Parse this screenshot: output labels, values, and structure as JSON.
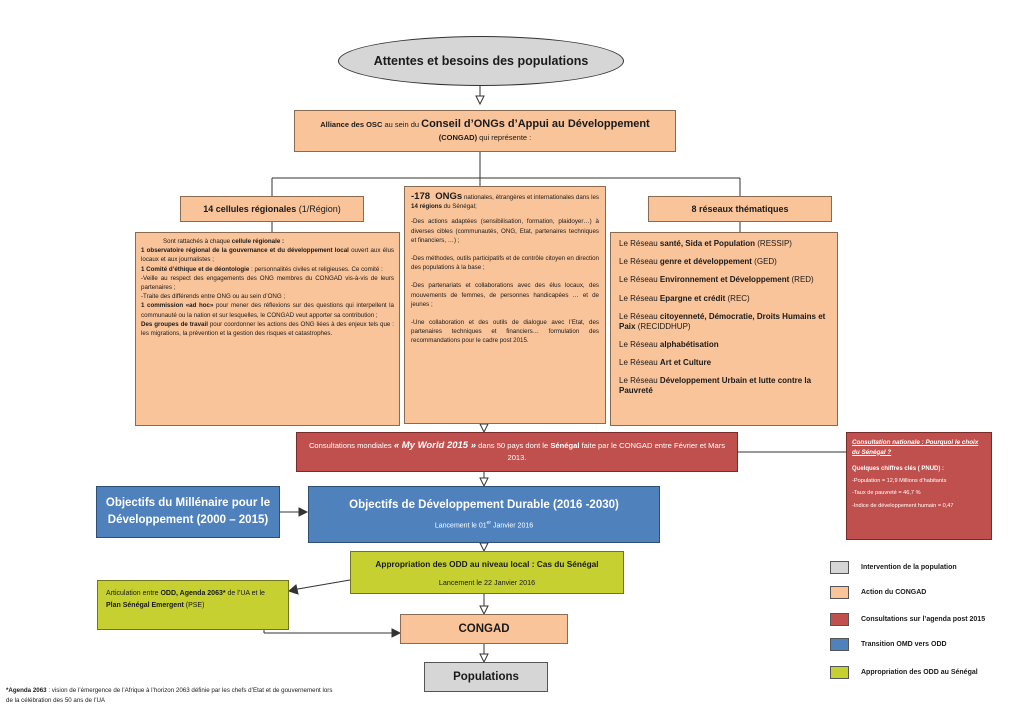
{
  "top": {
    "title": "Attentes et besoins des populations"
  },
  "alliance": {
    "pre": "Alliance des OSC",
    "mid": " au sein du ",
    "name": "Conseil d’ONGs d’Appui au Développement",
    "abbr": "(CONGAD)",
    "post": " qui représente :"
  },
  "cellules": {
    "title": "14 cellules régionales",
    "title_suffix": " (1/Région)",
    "intro_pre": "Sont rattachés à chaque ",
    "intro_b": "cellule régionale :",
    "obs_b": "1 observatoire régional de la gouvernance et du développement local",
    "obs_t": " ouvert aux élus locaux et aux journalistes ;",
    "comite_b": "1 Comité d’éthique et de déontologie",
    "comite_t": " : personnalités civiles et religieuses. Ce comité :",
    "veille": "-Veille au respect des engagements des ONG membres du CONGAD vis-à-vis de leurs partenaires ;",
    "traite": "-Traite des différends entre ONG ou au sein d’ONG ;",
    "comm_b": "1 commission «ad hoc»",
    "comm_t": " pour mener des réflexions sur des questions qui interpellent la communauté ou la nation et sur lesquelles, le CONGAD veut apporter sa contribution ;",
    "groupes_b": "Des groupes de travail",
    "groupes_t": " pour coordonner les actions des ONG liées à des enjeux tels que : les migrations, la prévention et la gestion des risques et catastrophes."
  },
  "ongs": {
    "count": "-178",
    "ongs_b": "ONGs",
    "desc": " nationales, étrangères et internationales dans les ",
    "regions_b": "14 régions",
    "desc2": " du Sénégal;",
    "p1": "-Des actions adaptées (sensibilisation, formation, plaidoyer…) à diverses cibles (communautés, ONG, Etat, partenaires techniques et financiers, …) ;",
    "p2": "-Des méthodes, outils participatifs et de contrôle citoyen en direction des populations à la base ;",
    "p3": "-Des partenariats et collaborations avec des élus locaux, des mouvements de femmes, de personnes handicapées … et de jeunes ;",
    "p4": "-Une collaboration et des outils de dialogue avec l’Etat, des partenaires techniques et financiers… formulation des recommandations pour le cadre post 2015."
  },
  "reseaux": {
    "title": "8 réseaux thématiques",
    "items": [
      {
        "pre": "Le Réseau ",
        "b": "santé, Sida et Population",
        "post": " (RESSIP)"
      },
      {
        "pre": "Le Réseau ",
        "b": "genre et développement",
        "post": " (GED)"
      },
      {
        "pre": "Le Réseau ",
        "b": "Environnement et Développement",
        "post": " (RED)"
      },
      {
        "pre": "Le Réseau ",
        "b": "Epargne et crédit",
        "post": " (REC)"
      },
      {
        "pre": "Le Réseau ",
        "b": "citoyenneté, Démocratie, Droits Humains et Paix",
        "post": " (RECIDDHUP)"
      },
      {
        "pre": "Le Réseau ",
        "b": "alphabétisation",
        "post": ""
      },
      {
        "pre": "Le Réseau ",
        "b": "Art et Culture",
        "post": ""
      },
      {
        "pre": "Le Réseau ",
        "b": "Développement Urbain et lutte contre la Pauvreté",
        "post": ""
      }
    ]
  },
  "consultations": {
    "pre": "Consultations mondiales ",
    "b": "« My World 2015 »",
    "mid": " dans 50 pays dont le ",
    "senegal": "Sénégal",
    "post": " faite par le CONGAD entre Février et Mars 2013."
  },
  "consult_nat": {
    "title": "Consultation nationale : Pourquoi le choix du Sénégal ?",
    "chiffres": "Quelques chiffres clés ( PNUD) :",
    "l1": "-Population = 12,9 Millions d’habitants",
    "l2": "-Taux de pauvreté = 46,7 %",
    "l3": "-Indice de développement humain = 0,47"
  },
  "omd": {
    "title": "Objectifs du Millénaire pour le Développement (2000 – 2015)"
  },
  "odd": {
    "title": "Objectifs de Développement Durable (2016 -2030)",
    "sub_pre": "Lancement le 01",
    "sub_sup": "er",
    "sub_post": " Janvier 2016"
  },
  "appropriation": {
    "title": "Appropriation des ODD au niveau local : Cas du Sénégal",
    "sub": "Lancement le 22 Janvier 2016"
  },
  "articulation": {
    "pre": "Articulation entre ",
    "b1": "ODD, Agenda 2063*",
    "mid": " de l’UA  et le ",
    "b2": "Plan Sénégal Emergent",
    "post": " (PSE)"
  },
  "congad": {
    "title": "CONGAD"
  },
  "populations": {
    "title": "Populations"
  },
  "footnote": {
    "b": "*Agenda 2063",
    "text": " : vision de l’émergence de l’Afrique à l’horizon 2063 définie par les chefs d’Etat et de gouvernement lors de la célébration des 50 ans de l’UA"
  },
  "legend": {
    "items": [
      {
        "label": "Intervention de la population",
        "color": "#d6d6d6"
      },
      {
        "label": "Action du CONGAD",
        "color": "#f9c49a"
      },
      {
        "label": "Consultations sur l’agenda post 2015",
        "color": "#c0504d"
      },
      {
        "label": "Transition OMD vers ODD",
        "color": "#4f81bd"
      },
      {
        "label": "Appropriation des ODD au Sénégal",
        "color": "#c6d031"
      }
    ]
  }
}
